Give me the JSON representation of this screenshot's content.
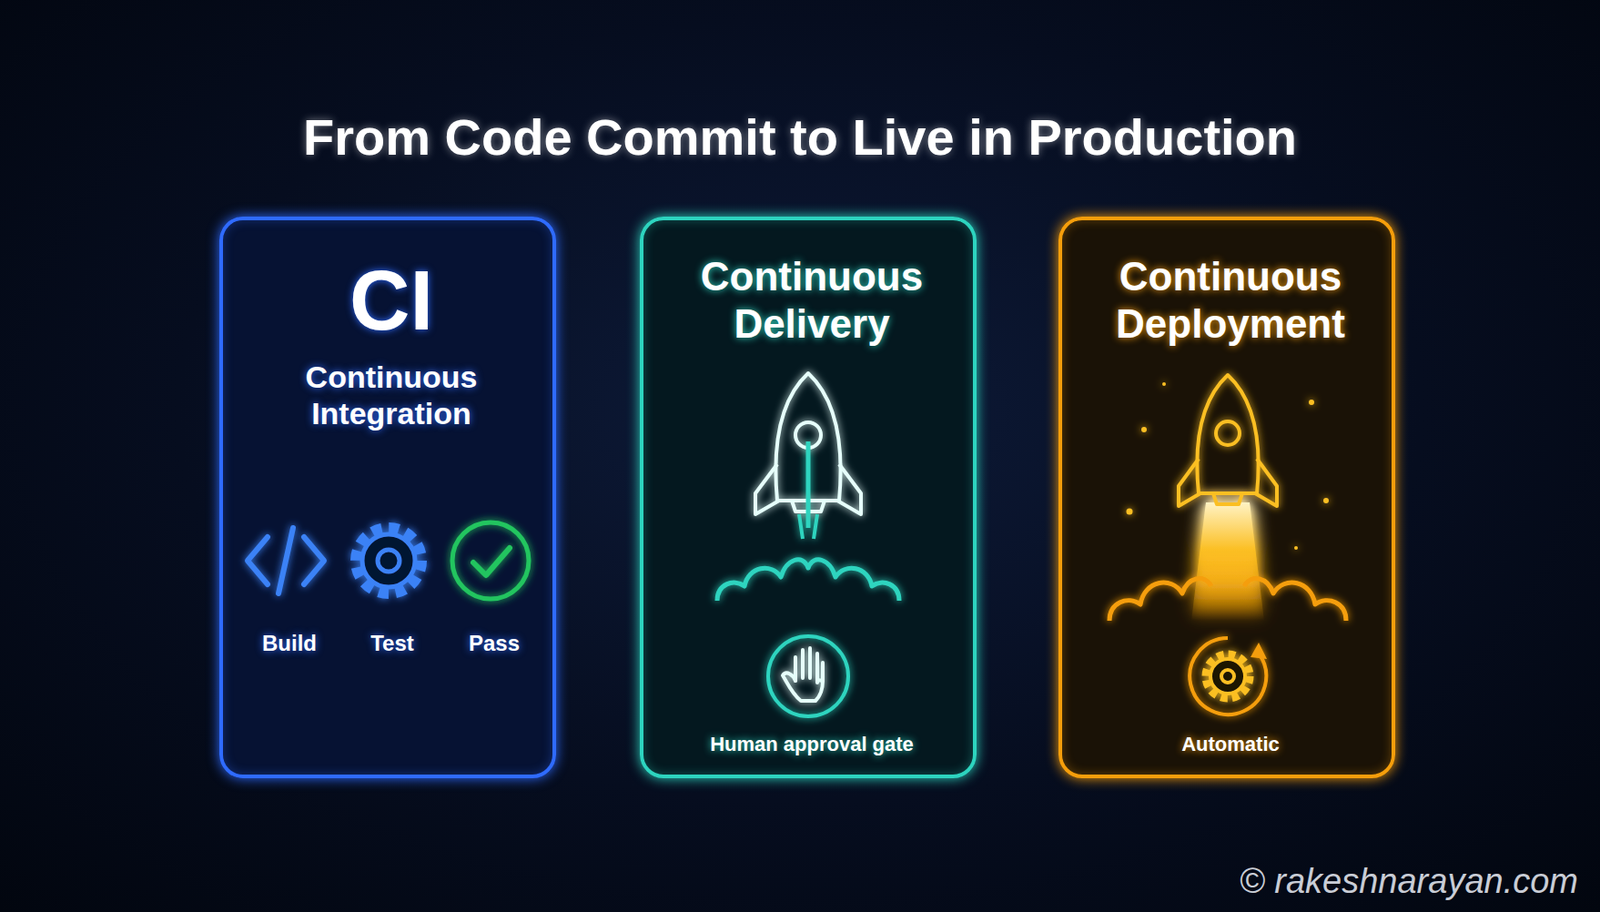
{
  "diagram": {
    "title": "From Code Commit to Live in Production",
    "nodes": [
      {
        "text": [
          "CI",
          "Continuous Integration",
          "Build",
          "Test",
          "Pass"
        ]
      },
      {
        "text": [
          "Continuous Delivery",
          "Human approval gate"
        ]
      },
      {
        "text": [
          "Continuous Deployment",
          "Automatic"
        ]
      }
    ],
    "edges": [
      {
        "from": 0,
        "to": 1,
        "arrow": "to"
      },
      {
        "from": 1,
        "to": 2,
        "arrow": "to"
      }
    ],
    "labels": [
      "© rakeshnarayan.com"
    ]
  }
}
